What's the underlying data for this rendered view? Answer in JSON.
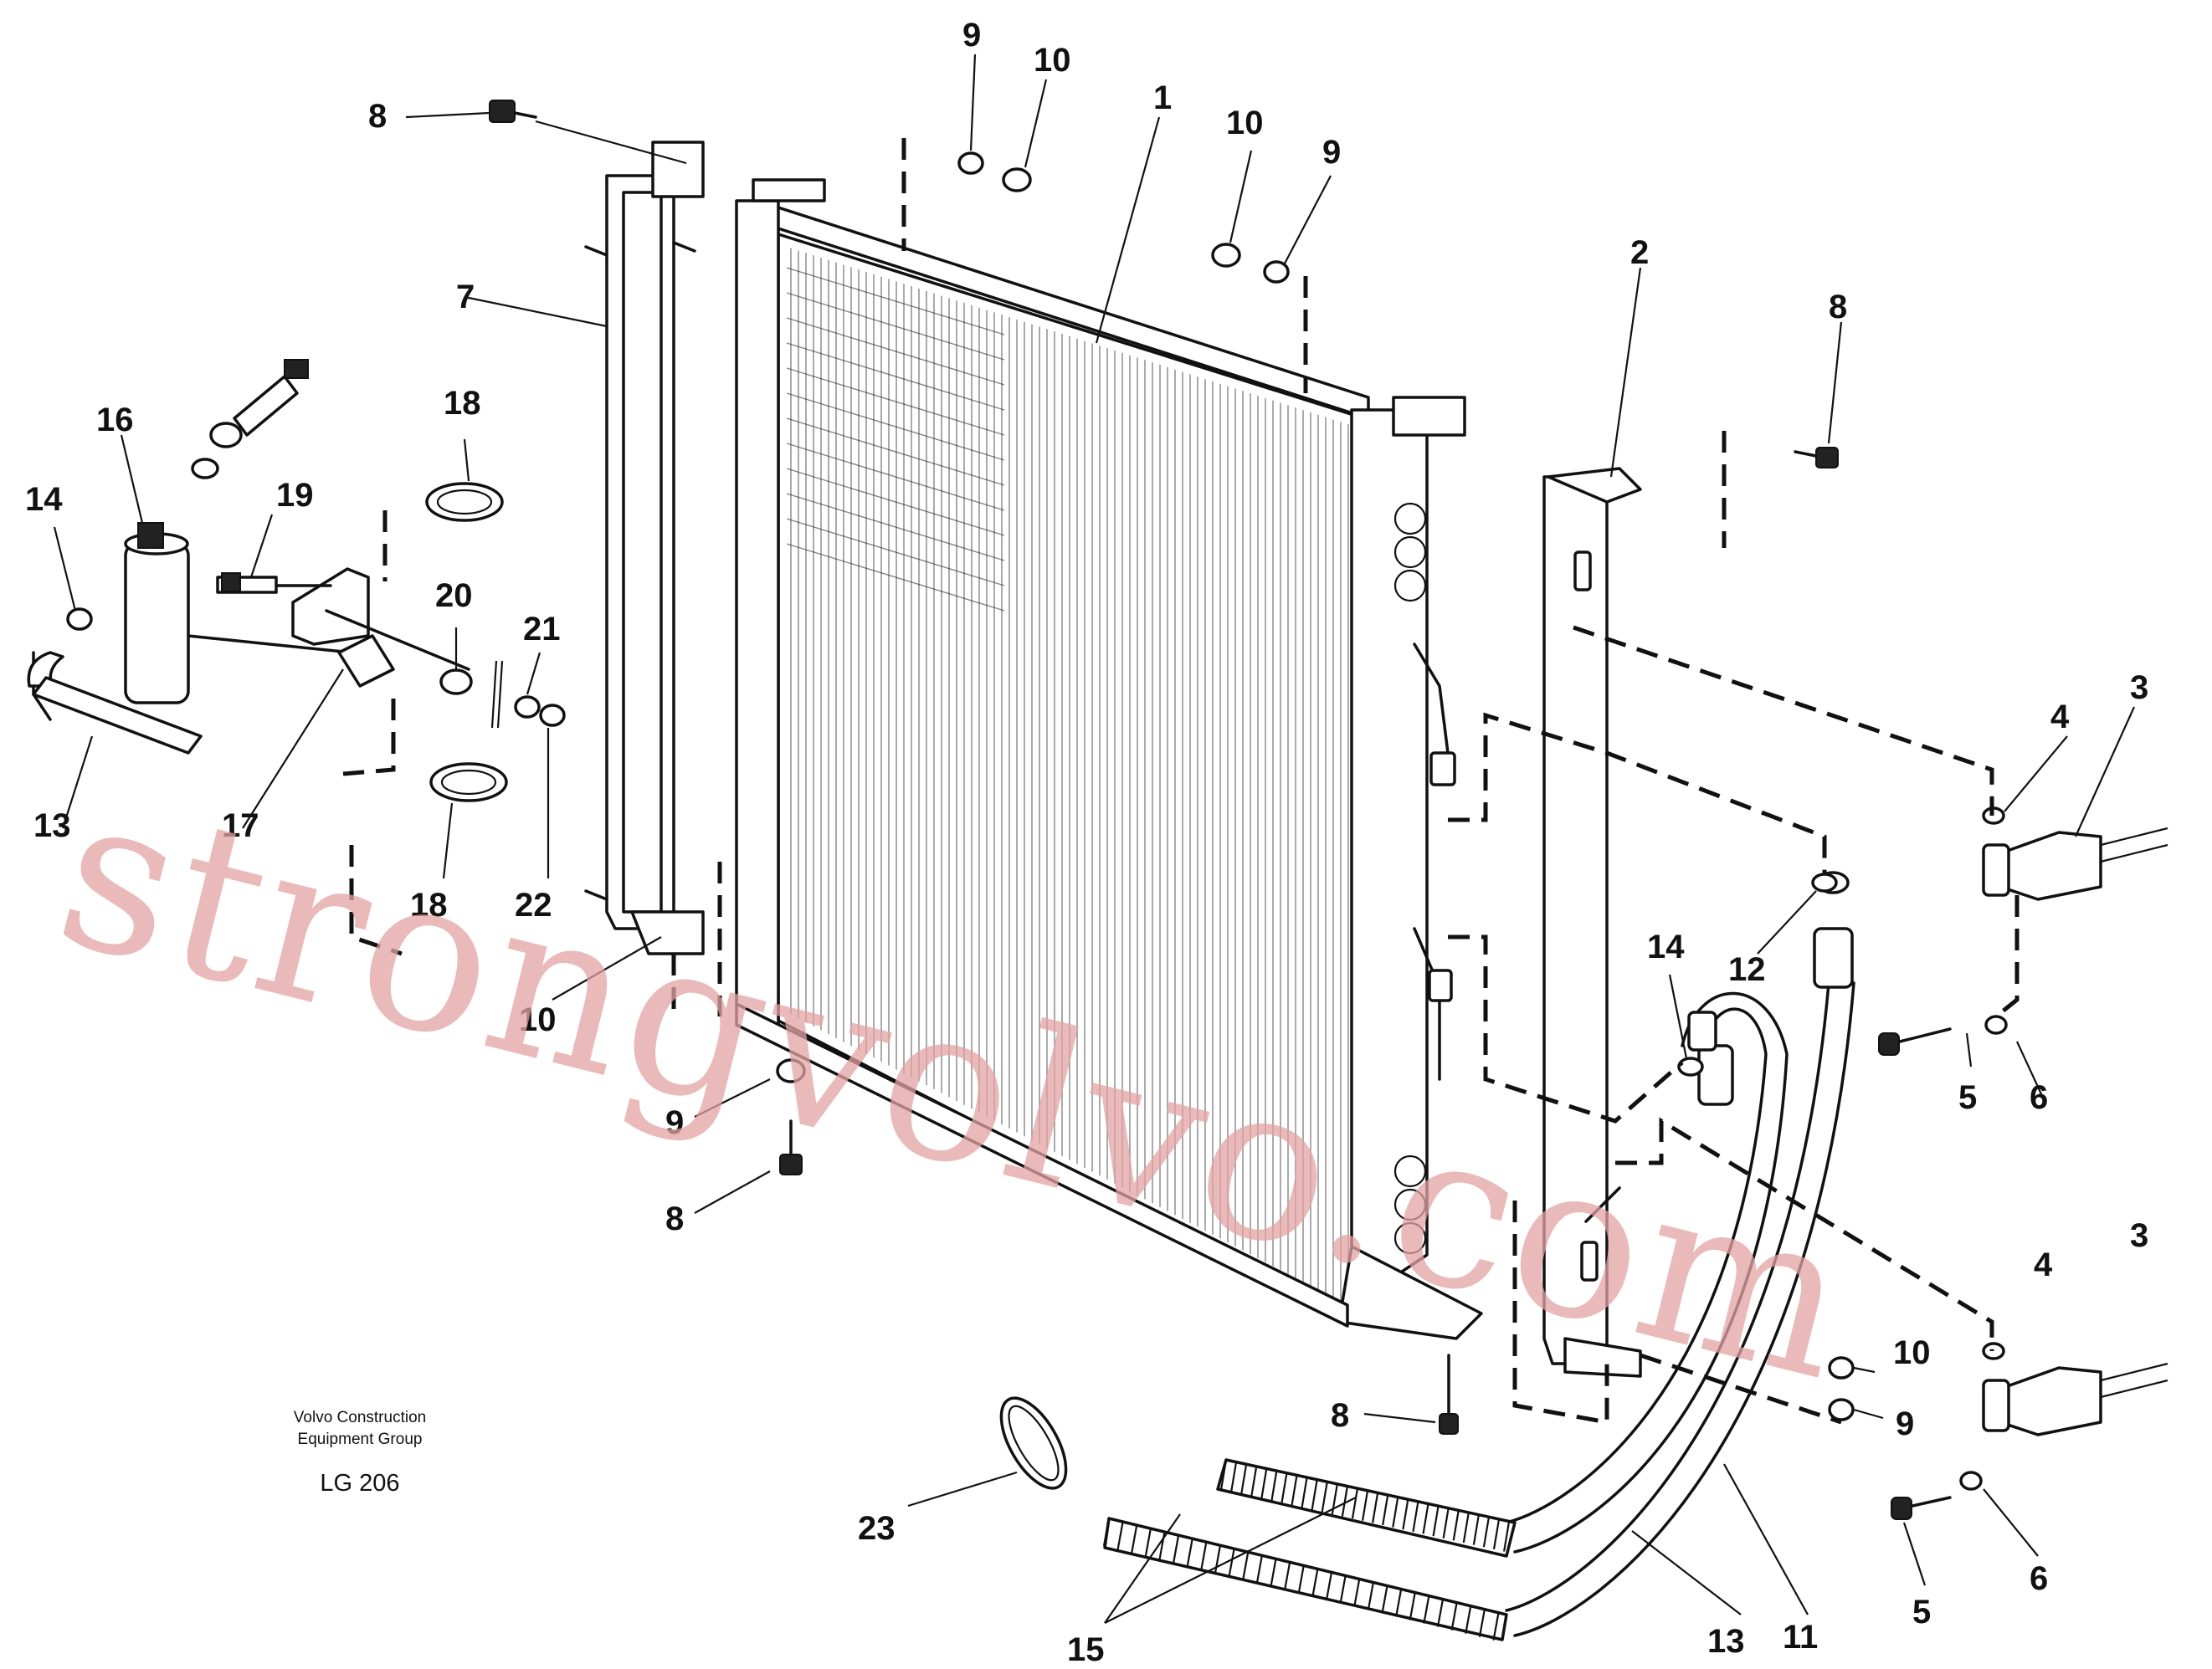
{
  "callouts": [
    {
      "id": "c1",
      "text": "1"
    },
    {
      "id": "c2",
      "text": "2"
    },
    {
      "id": "c3",
      "text": "3"
    },
    {
      "id": "c4",
      "text": "4"
    },
    {
      "id": "c5",
      "text": "5"
    },
    {
      "id": "c6",
      "text": "6"
    },
    {
      "id": "c7",
      "text": "7"
    },
    {
      "id": "c8",
      "text": "8"
    },
    {
      "id": "c9",
      "text": "9"
    },
    {
      "id": "c10",
      "text": "10"
    },
    {
      "id": "c11",
      "text": "11"
    },
    {
      "id": "c12",
      "text": "12"
    },
    {
      "id": "c13",
      "text": "13"
    },
    {
      "id": "c14",
      "text": "14"
    },
    {
      "id": "c15",
      "text": "15"
    },
    {
      "id": "c16",
      "text": "16"
    },
    {
      "id": "c17",
      "text": "17"
    },
    {
      "id": "c18",
      "text": "18"
    },
    {
      "id": "c19",
      "text": "19"
    },
    {
      "id": "c20",
      "text": "20"
    },
    {
      "id": "c21",
      "text": "21"
    },
    {
      "id": "c22",
      "text": "22"
    },
    {
      "id": "c23",
      "text": "23"
    }
  ],
  "caption": {
    "line1": "Volvo Construction",
    "line2": "Equipment Group",
    "code": "LG 206"
  },
  "watermark": {
    "text": "strongvolvo.com",
    "color": "#e3a2a2"
  }
}
